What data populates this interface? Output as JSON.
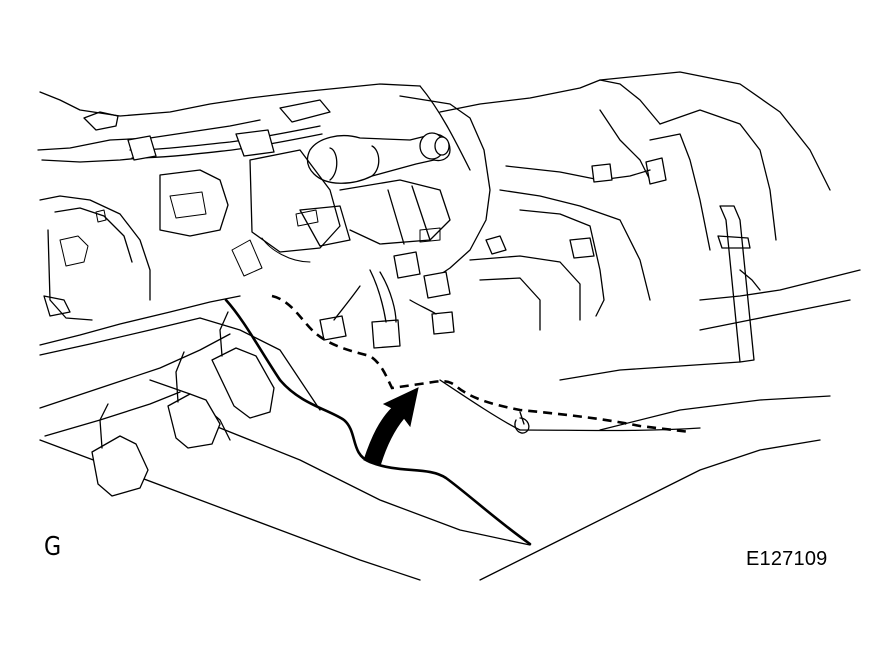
{
  "figure": {
    "view_label": "G",
    "figure_id": "E127109"
  },
  "illustration": {
    "arrow_icon": "curved-arrow-icon",
    "wire_style_solid": "routed-wire",
    "wire_style_dashed": "hidden-wire"
  }
}
